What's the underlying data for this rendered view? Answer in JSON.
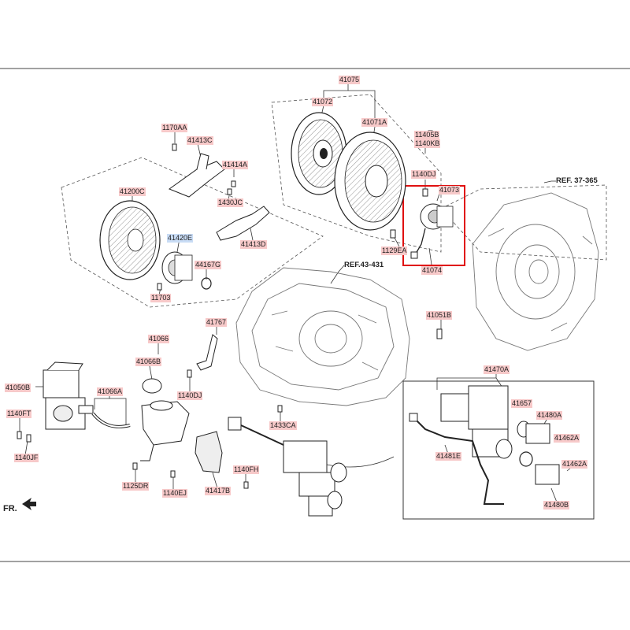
{
  "labels": {
    "p41075": "41075",
    "p41072": "41072",
    "p41071a": "41071A",
    "p11405b": "11405B",
    "p1140kb": "1140KB",
    "p1140dj_top": "1140DJ",
    "p41073": "41073",
    "p1129ea": "1129EA",
    "p41074": "41074",
    "p1170aa": "1170AA",
    "p41413c": "41413C",
    "p41414a": "41414A",
    "p41200c": "41200C",
    "p1430jc": "1430JC",
    "p41413d": "41413D",
    "p41420e": "41420E",
    "p44167g": "44167G",
    "p11703": "11703",
    "p41051b": "41051B",
    "p41767": "41767",
    "p41066": "41066",
    "p41066b": "41066B",
    "p1140dj_mid": "1140DJ",
    "p41050b": "41050B",
    "p41066a": "41066A",
    "p1140ft": "1140FT",
    "p1140jf": "1140JF",
    "p1433ca": "1433CA",
    "p1125dr": "1125DR",
    "p1140ej": "1140EJ",
    "p41417b": "41417B",
    "p1140fh": "1140FH",
    "p41470a": "41470A",
    "p41657": "41657",
    "p41480a": "41480A",
    "p41462a_1": "41462A",
    "p41462a_2": "41462A",
    "p41481e": "41481E",
    "p41480b": "41480B"
  },
  "refs": {
    "ref_37_365": "REF. 37-365",
    "ref_43_431": "REF.43-431"
  },
  "direction_label": "FR.",
  "colors": {
    "label_bg": "#f7c9c9",
    "highlight_bg": "#c9dcf5",
    "callout_box": "#e01010",
    "line": "#333333"
  }
}
